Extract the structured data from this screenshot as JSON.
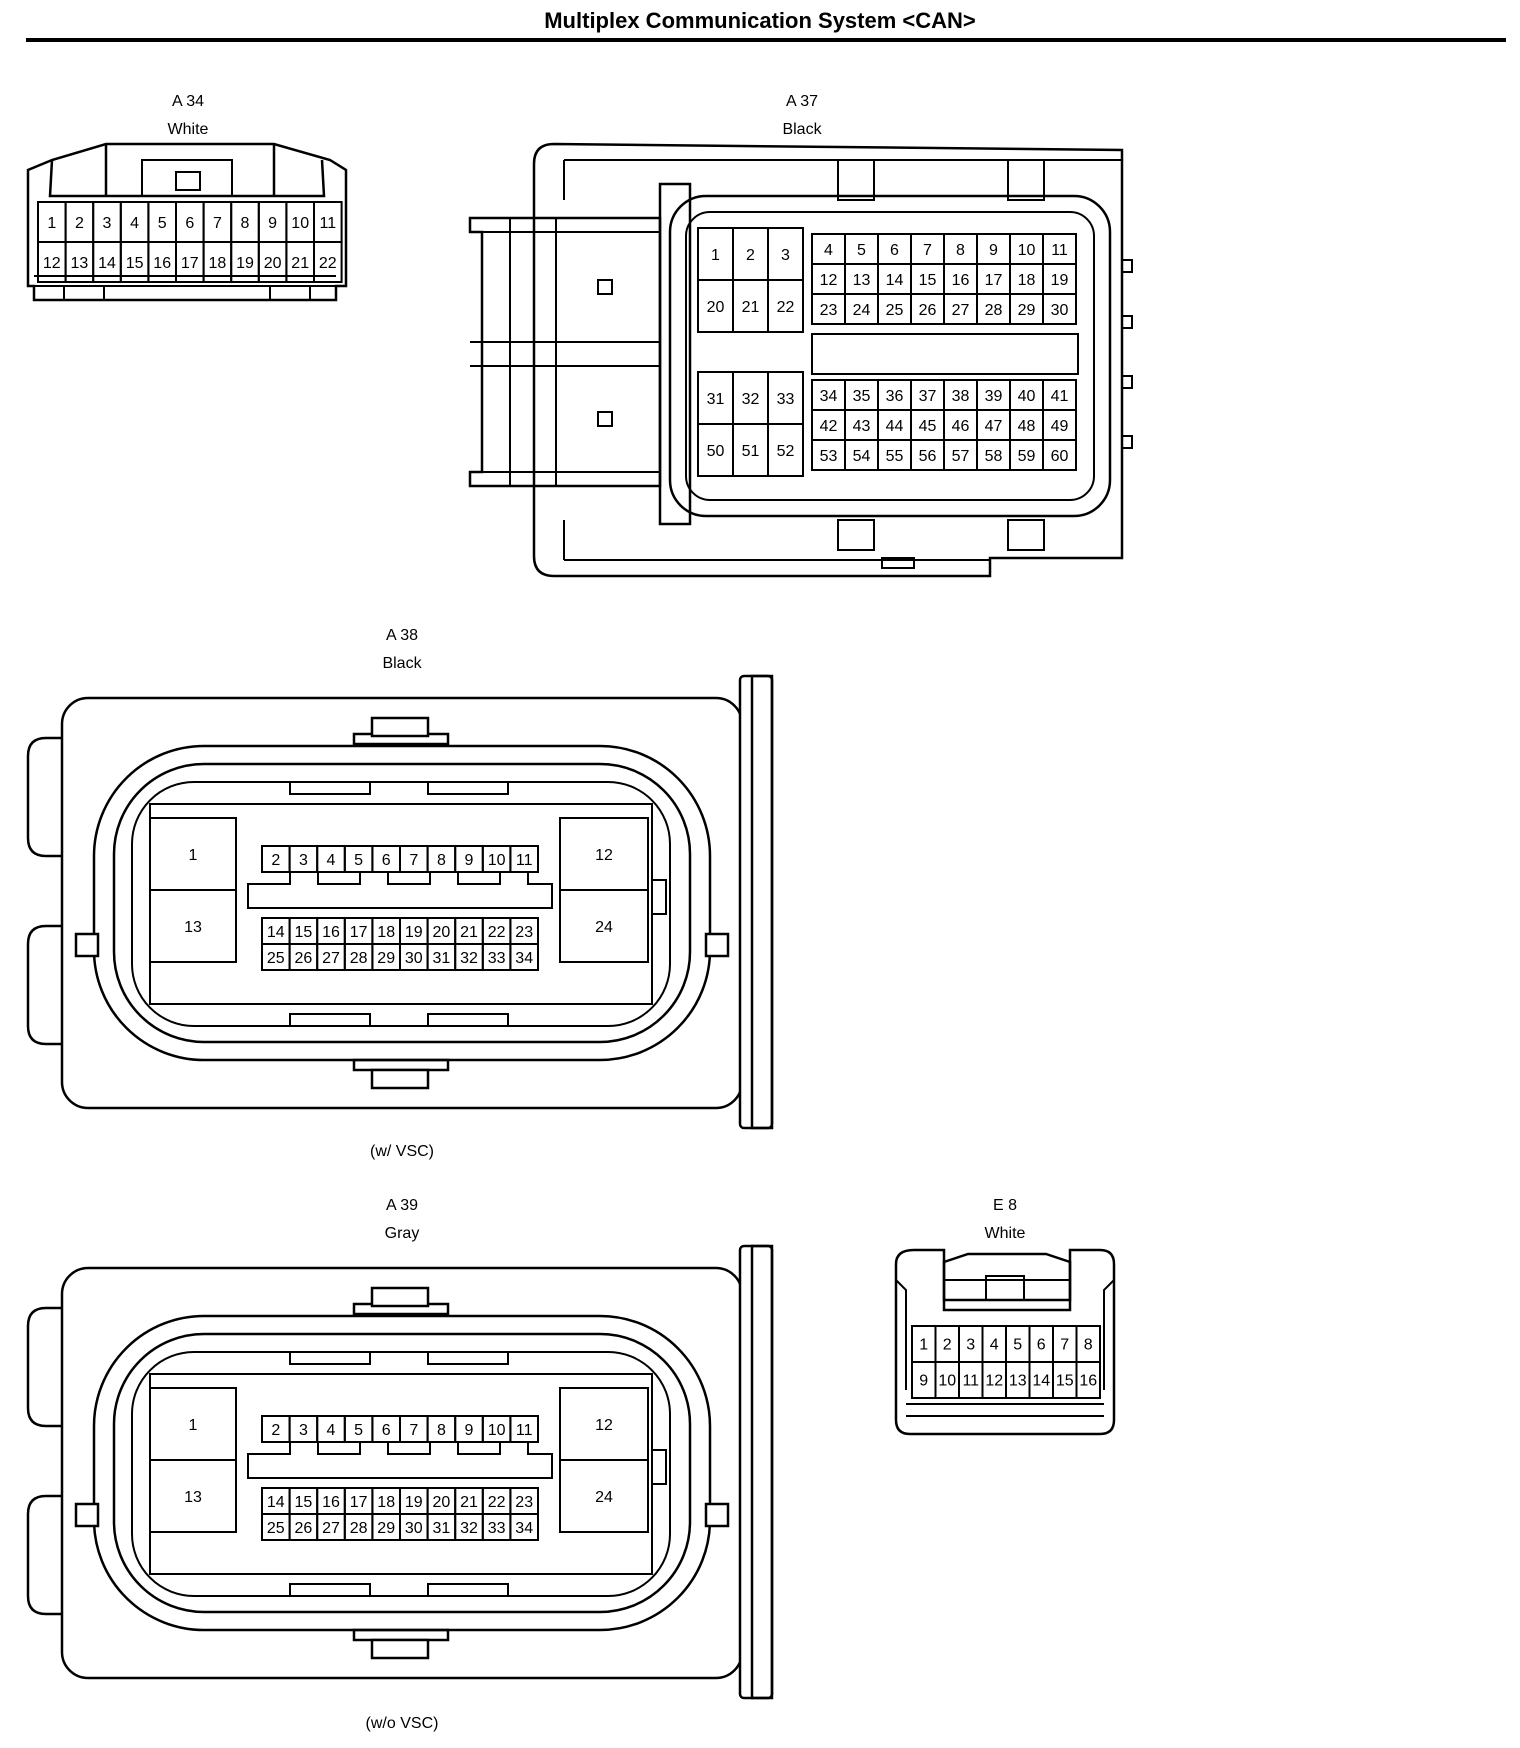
{
  "title": "Multiplex Communication System <CAN>",
  "connectors": {
    "a34": {
      "code": "A 34",
      "color": "White",
      "pins": [
        [
          "1",
          "2",
          "3",
          "4",
          "5",
          "6",
          "7",
          "8",
          "9",
          "10",
          "11"
        ],
        [
          "12",
          "13",
          "14",
          "15",
          "16",
          "17",
          "18",
          "19",
          "20",
          "21",
          "22"
        ]
      ]
    },
    "a37": {
      "code": "A 37",
      "color": "Black",
      "left_top": [
        [
          "1",
          "2",
          "3"
        ],
        [
          "20",
          "21",
          "22"
        ]
      ],
      "right_top": [
        [
          "4",
          "5",
          "6",
          "7",
          "8",
          "9",
          "10",
          "11"
        ],
        [
          "12",
          "13",
          "14",
          "15",
          "16",
          "17",
          "18",
          "19"
        ],
        [
          "23",
          "24",
          "25",
          "26",
          "27",
          "28",
          "29",
          "30"
        ]
      ],
      "left_bottom": [
        [
          "31",
          "32",
          "33"
        ],
        [
          "50",
          "51",
          "52"
        ]
      ],
      "right_bottom": [
        [
          "34",
          "35",
          "36",
          "37",
          "38",
          "39",
          "40",
          "41"
        ],
        [
          "42",
          "43",
          "44",
          "45",
          "46",
          "47",
          "48",
          "49"
        ],
        [
          "53",
          "54",
          "55",
          "56",
          "57",
          "58",
          "59",
          "60"
        ]
      ]
    },
    "a38": {
      "code": "A 38",
      "color": "Black",
      "note": "(w/ VSC)",
      "big_left": [
        "1",
        "13"
      ],
      "big_right": [
        "12",
        "24"
      ],
      "row1": [
        "2",
        "3",
        "4",
        "5",
        "6",
        "7",
        "8",
        "9",
        "10",
        "11"
      ],
      "row2": [
        "14",
        "15",
        "16",
        "17",
        "18",
        "19",
        "20",
        "21",
        "22",
        "23"
      ],
      "row3": [
        "25",
        "26",
        "27",
        "28",
        "29",
        "30",
        "31",
        "32",
        "33",
        "34"
      ]
    },
    "a39": {
      "code": "A 39",
      "color": "Gray",
      "note": "(w/o VSC)",
      "big_left": [
        "1",
        "13"
      ],
      "big_right": [
        "12",
        "24"
      ],
      "row1": [
        "2",
        "3",
        "4",
        "5",
        "6",
        "7",
        "8",
        "9",
        "10",
        "11"
      ],
      "row2": [
        "14",
        "15",
        "16",
        "17",
        "18",
        "19",
        "20",
        "21",
        "22",
        "23"
      ],
      "row3": [
        "25",
        "26",
        "27",
        "28",
        "29",
        "30",
        "31",
        "32",
        "33",
        "34"
      ]
    },
    "e8": {
      "code": "E 8",
      "color": "White",
      "pins": [
        [
          "1",
          "2",
          "3",
          "4",
          "5",
          "6",
          "7",
          "8"
        ],
        [
          "9",
          "10",
          "11",
          "12",
          "13",
          "14",
          "15",
          "16"
        ]
      ]
    }
  }
}
